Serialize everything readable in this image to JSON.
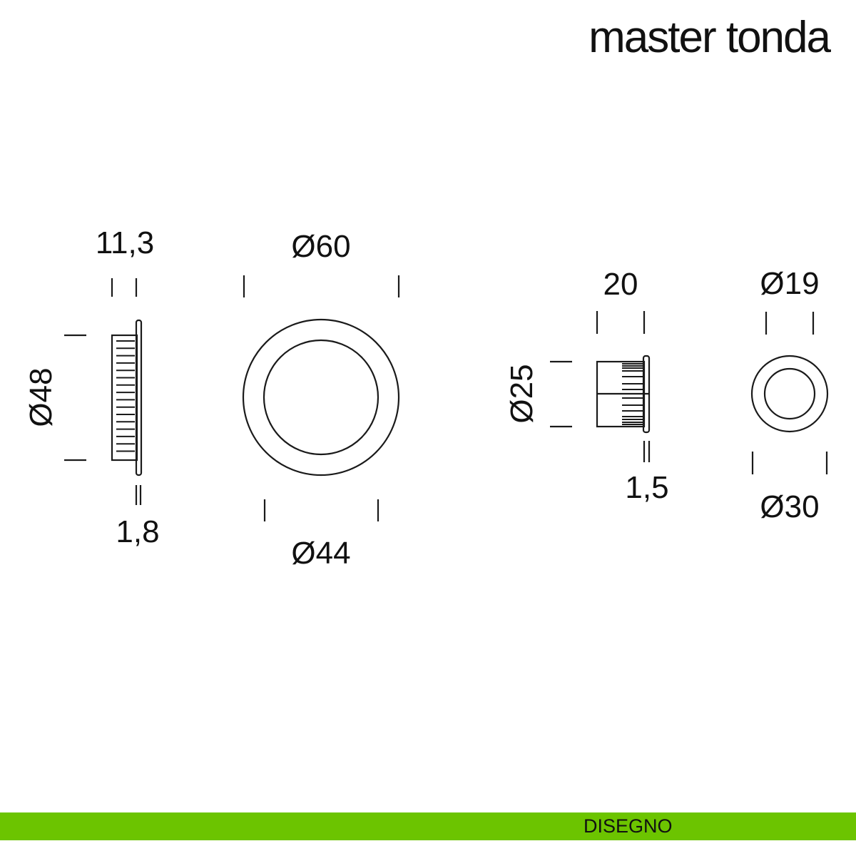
{
  "title": "master tonda",
  "colors": {
    "footer": "#6cc400",
    "line": "#1a1a1a"
  },
  "handle": {
    "depth": "11,3",
    "outer_diameter": "Ø60",
    "inner_diameter": "Ø44",
    "body_diameter": "Ø48",
    "plate_thickness": "1,8"
  },
  "bushing": {
    "depth": "20",
    "body_diameter": "Ø25",
    "plate_thickness": "1,5",
    "inner_diameter": "Ø19",
    "outer_diameter": "Ø30"
  },
  "footer": {
    "label": "DISEGNO"
  }
}
